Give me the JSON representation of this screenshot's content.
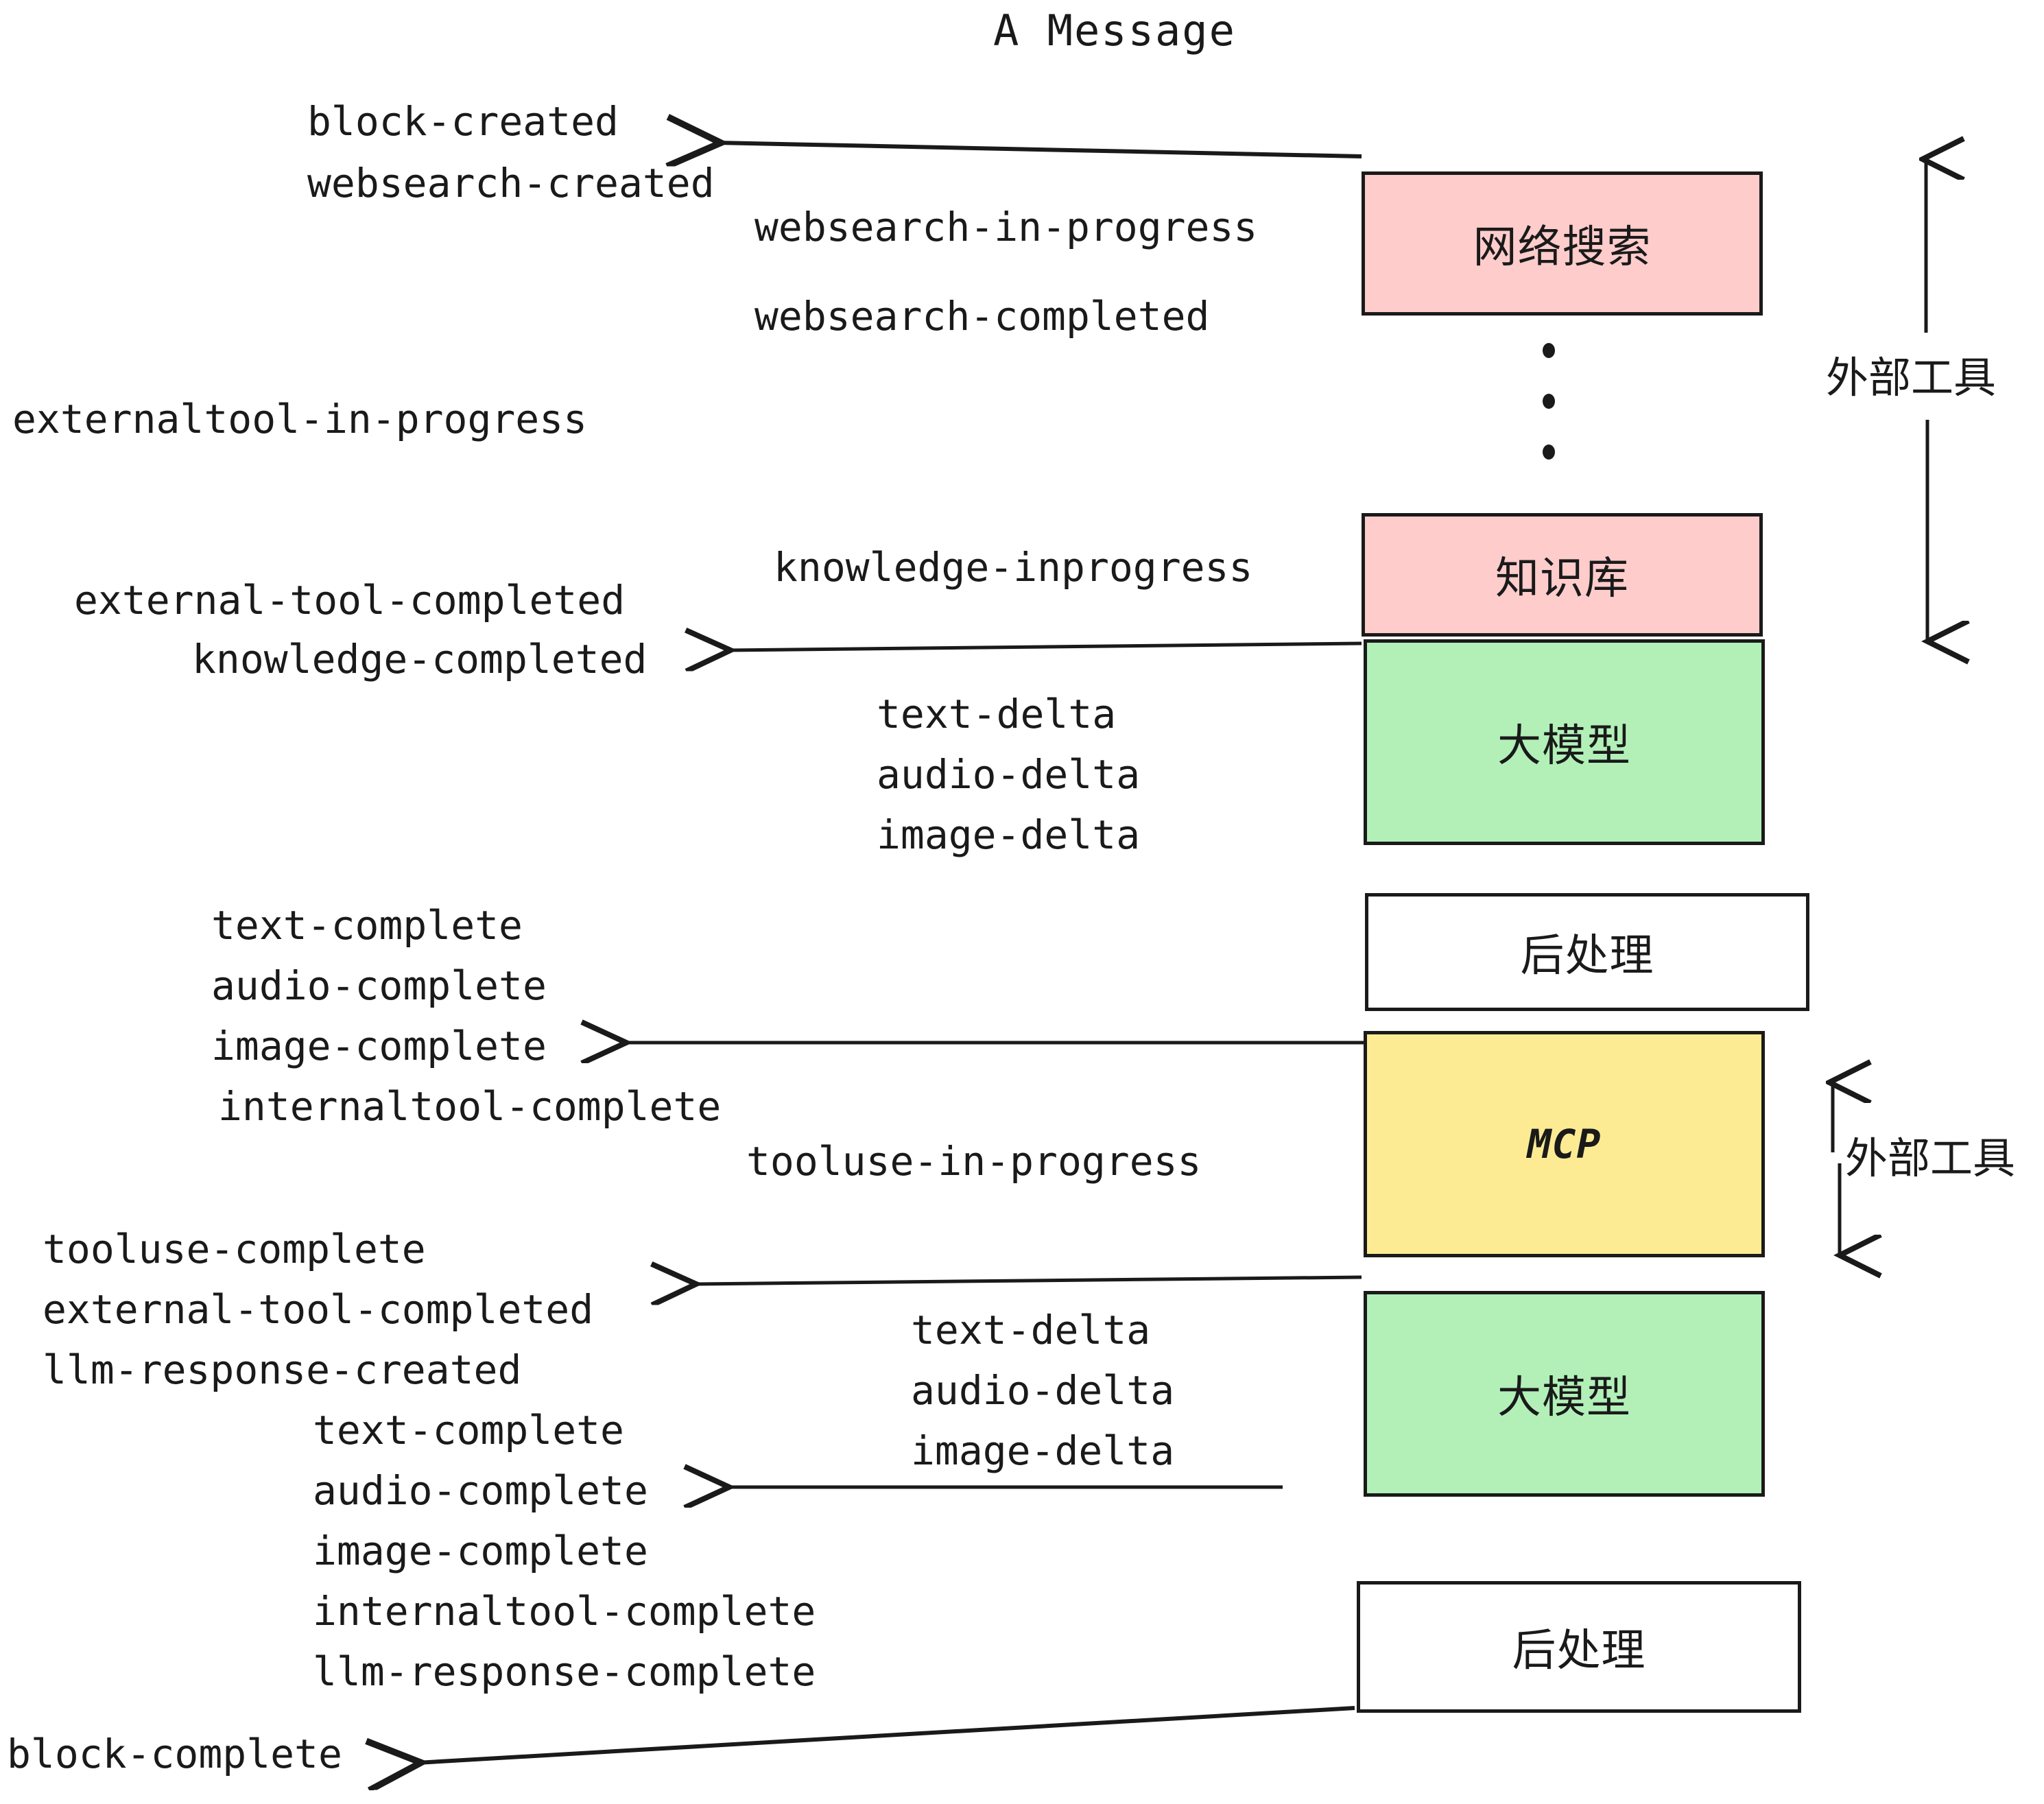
{
  "title": "A Message",
  "colors": {
    "pink": "#FFCCCC",
    "green": "#B2F0B8",
    "yellow": "#FCEB93",
    "white": "#FFFFFF",
    "stroke": "#1A1A1A",
    "background": "#FFFFFF"
  },
  "boxes": [
    {
      "id": "websearch",
      "label": "网络搜索",
      "fill": "#FFCCCC"
    },
    {
      "id": "knowledge",
      "label": "知识库",
      "fill": "#FFCCCC"
    },
    {
      "id": "llm-top",
      "label": "大模型",
      "fill": "#B2F0B8"
    },
    {
      "id": "postprocess-top",
      "label": "后处理",
      "fill": "#FFFFFF"
    },
    {
      "id": "mcp",
      "label": "MCP",
      "fill": "#FCEB93"
    },
    {
      "id": "llm-bottom",
      "label": "大模型",
      "fill": "#B2F0B8"
    },
    {
      "id": "postprocess-bottom",
      "label": "后处理",
      "fill": "#FFFFFF"
    }
  ],
  "side_labels": [
    {
      "id": "external-tools-top",
      "text": "外部工具"
    },
    {
      "id": "external-tools-bottom",
      "text": "外部工具"
    }
  ],
  "events": {
    "block_created": "block-created",
    "websearch_created": "websearch-created",
    "websearch_in_progress": "websearch-in-progress",
    "websearch_completed": "websearch-completed",
    "externaltool_in_progress": "externaltool-in-progress",
    "knowledge_inprogress": "knowledge-inprogress",
    "external_tool_completed_1": "external-tool-completed",
    "knowledge_completed": "knowledge-completed",
    "text_delta_1": "text-delta",
    "audio_delta_1": "audio-delta",
    "image_delta_1": "image-delta",
    "text_complete_1": "text-complete",
    "audio_complete_1": "audio-complete",
    "image_complete_1": "image-complete",
    "internaltool_complete_1": "internaltool-complete",
    "tooluse_in_progress": "tooluse-in-progress",
    "tooluse_complete": "tooluse-complete",
    "external_tool_completed_2": "external-tool-completed",
    "llm_response_created": "llm-response-created",
    "text_delta_2": "text-delta",
    "audio_delta_2": "audio-delta",
    "image_delta_2": "image-delta",
    "text_complete_2": "text-complete",
    "audio_complete_2": "audio-complete",
    "image_complete_2": "image-complete",
    "internaltool_complete_2": "internaltool-complete",
    "llm_response_complete": "llm-response-complete",
    "block_complete": "block-complete"
  }
}
